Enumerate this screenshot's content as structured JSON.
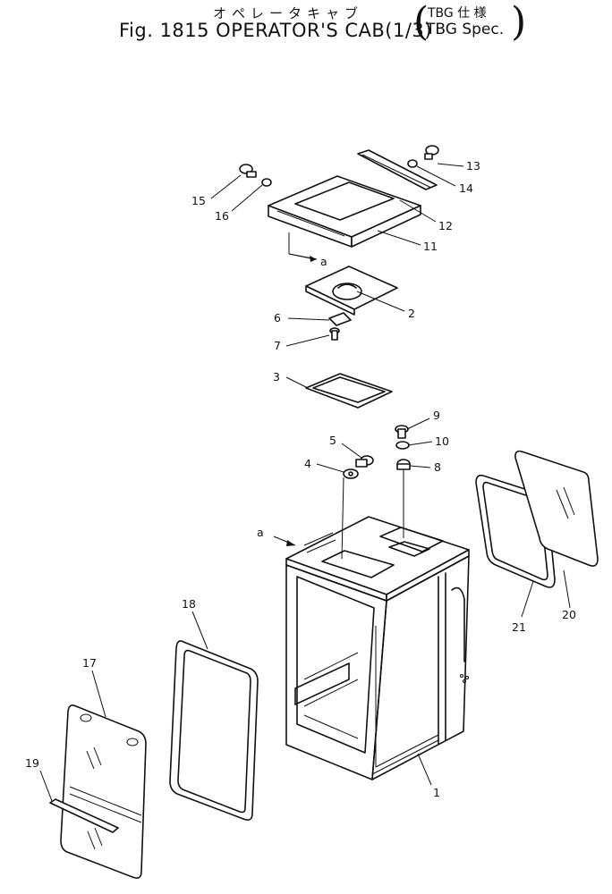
{
  "title": {
    "japanese": "オペレータキャブ",
    "english": "Fig. 1815 OPERATOR'S CAB(1/3)",
    "spec_japanese": "TBG 仕 様",
    "spec_english": "TBG Spec."
  },
  "view_marker": "a",
  "callouts": [
    {
      "id": "c1",
      "label": "1"
    },
    {
      "id": "c2",
      "label": "2"
    },
    {
      "id": "c3",
      "label": "3"
    },
    {
      "id": "c4",
      "label": "4"
    },
    {
      "id": "c5",
      "label": "5"
    },
    {
      "id": "c6",
      "label": "6"
    },
    {
      "id": "c7",
      "label": "7"
    },
    {
      "id": "c8",
      "label": "8"
    },
    {
      "id": "c9",
      "label": "9"
    },
    {
      "id": "c10",
      "label": "10"
    },
    {
      "id": "c11",
      "label": "11"
    },
    {
      "id": "c12",
      "label": "12"
    },
    {
      "id": "c13",
      "label": "13"
    },
    {
      "id": "c14",
      "label": "14"
    },
    {
      "id": "c15",
      "label": "15"
    },
    {
      "id": "c16",
      "label": "16"
    },
    {
      "id": "c17",
      "label": "17"
    },
    {
      "id": "c18",
      "label": "18"
    },
    {
      "id": "c19",
      "label": "19"
    },
    {
      "id": "c20",
      "label": "20"
    },
    {
      "id": "c21",
      "label": "21"
    }
  ]
}
